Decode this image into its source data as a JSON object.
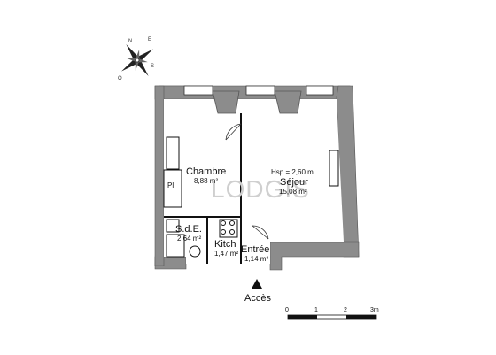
{
  "compass": {
    "n": "N",
    "s": "S",
    "e": "E",
    "o": "O"
  },
  "watermark": "LODGIS",
  "rooms": {
    "chambre": {
      "name": "Chambre",
      "area": "8,88 m²"
    },
    "sejour": {
      "name": "Séjour",
      "area": "15,08 m²",
      "height": "Hsp = 2,60 m"
    },
    "sde": {
      "name": "S.d.E.",
      "area": "2,64 m²"
    },
    "kitchen": {
      "name": "Kitch",
      "area": "1,47 m²"
    },
    "entree": {
      "name": "Entrée",
      "area": "1,14 m²"
    }
  },
  "closet_label": "Pl",
  "access_label": "Accès",
  "scale": {
    "ticks": [
      "0",
      "1",
      "2",
      "3m"
    ]
  },
  "colors": {
    "wall": "#8c8c8c",
    "line": "#111111",
    "window": "#bbbbbb"
  }
}
